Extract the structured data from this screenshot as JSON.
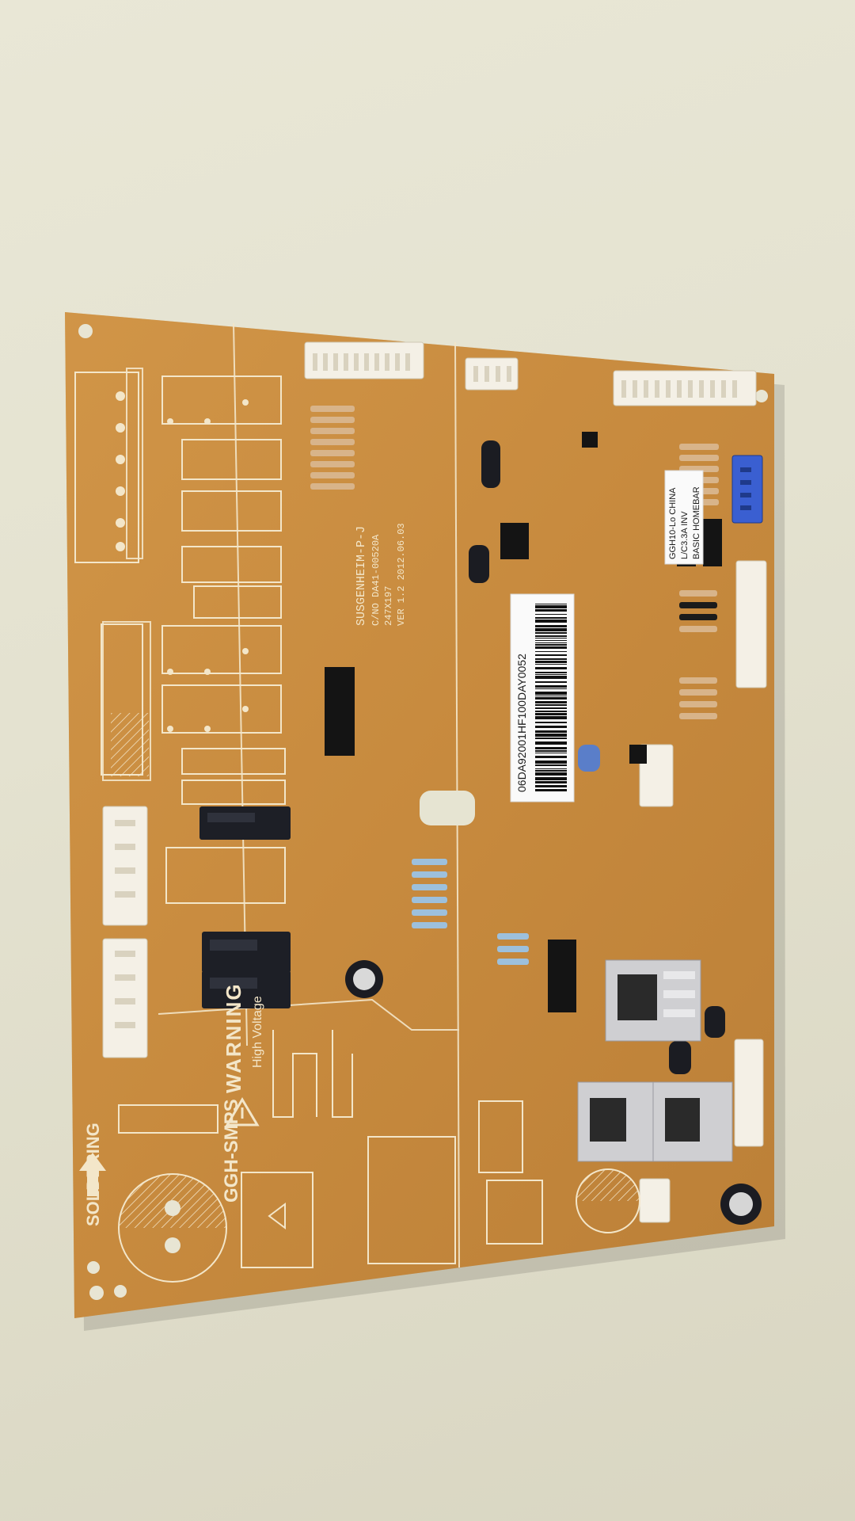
{
  "board": {
    "model": "GGH-SMPS",
    "warning": "WARNING",
    "warning_sub": "High Voltage",
    "soldering": "SOLDERING",
    "silkscreen_block": [
      "SUSGENHEIM-P-J",
      "C/NO DA41-00520A",
      "247X197",
      "VER 1.2   2012.06.03"
    ]
  },
  "sticker_small": {
    "lines": [
      "GGH10-Lo CHINA",
      "L/C3.3A INV",
      "BASIC HOMEBAR"
    ]
  },
  "sticker_barcode": {
    "code": "06DA92001HF100DAY0052"
  },
  "colors": {
    "pcb": "#c78a3e",
    "pcb_dark": "#a9702c",
    "silk": "#f3e6c9",
    "relay": "#1d1f26",
    "connector": "#f4f0e6",
    "background": "#e6e4d2"
  },
  "icons": [
    "warning-triangle-icon",
    "arrow-up-icon"
  ]
}
